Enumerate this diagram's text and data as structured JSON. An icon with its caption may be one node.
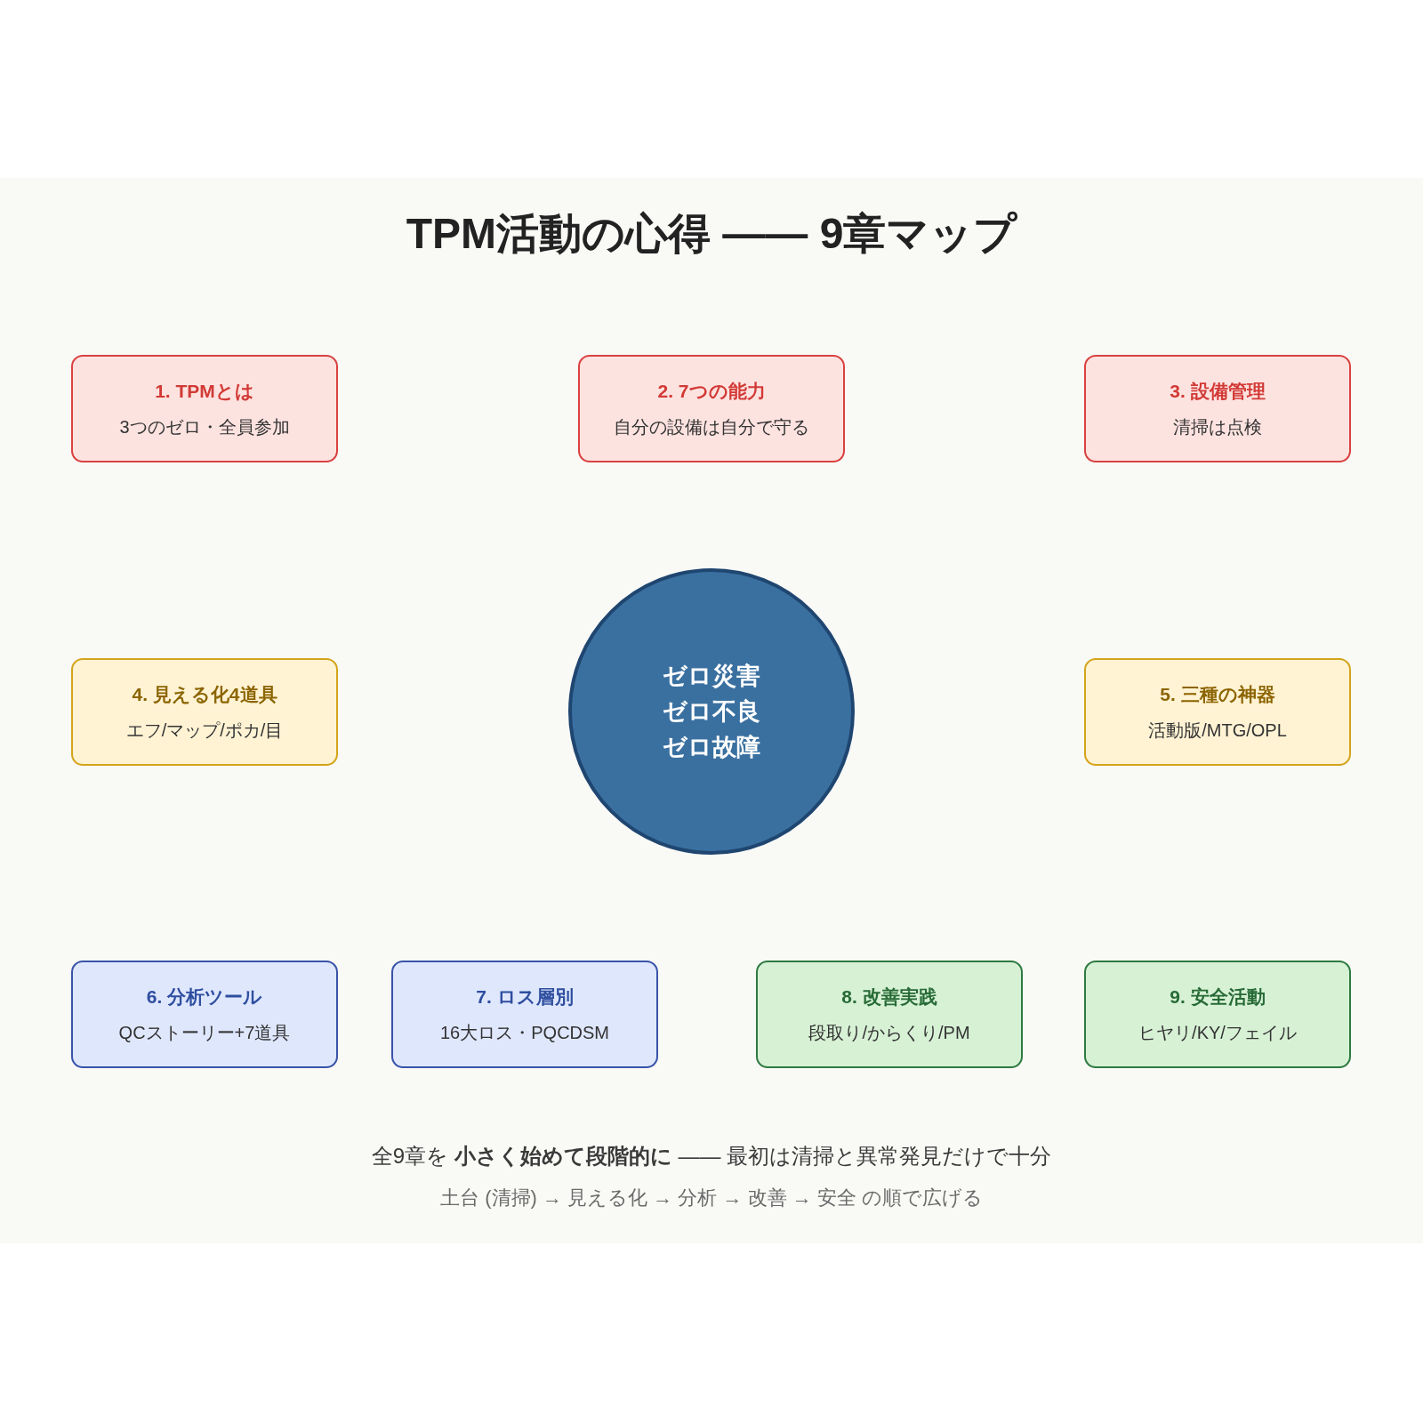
{
  "diagram": {
    "title": "TPM活動の心得 —— 9章マップ",
    "nodes": [
      {
        "text": [
          "1. TPMとは",
          "3つのゼロ・全員参加"
        ]
      },
      {
        "text": [
          "2. 7つの能力",
          "自分の設備は自分で守る"
        ]
      },
      {
        "text": [
          "3. 設備管理",
          "清掃は点検"
        ]
      },
      {
        "text": [
          "4. 見える化4道具",
          "エフ/マップ/ポカ/目"
        ]
      },
      {
        "text": [
          "ゼロ災害",
          "ゼロ不良",
          "ゼロ故障"
        ]
      },
      {
        "text": [
          "5. 三種の神器",
          "活動版/MTG/OPL"
        ]
      },
      {
        "text": [
          "6. 分析ツール",
          "QCストーリー+7道具"
        ]
      },
      {
        "text": [
          "7. ロス層別",
          "16大ロス・PQCDSM"
        ]
      },
      {
        "text": [
          "8. 改善実践",
          "段取り/からくり/PM"
        ]
      },
      {
        "text": [
          "9. 安全活動",
          "ヒヤリ/KY/フェイル"
        ]
      }
    ],
    "labels": [
      "全9章を **小さく始めて段階的に** —— 最初は清掃と異常発見だけで十分",
      "土台 (清掃) → 見える化 → 分析 → 改善 → 安全 の順で広げる"
    ]
  }
}
